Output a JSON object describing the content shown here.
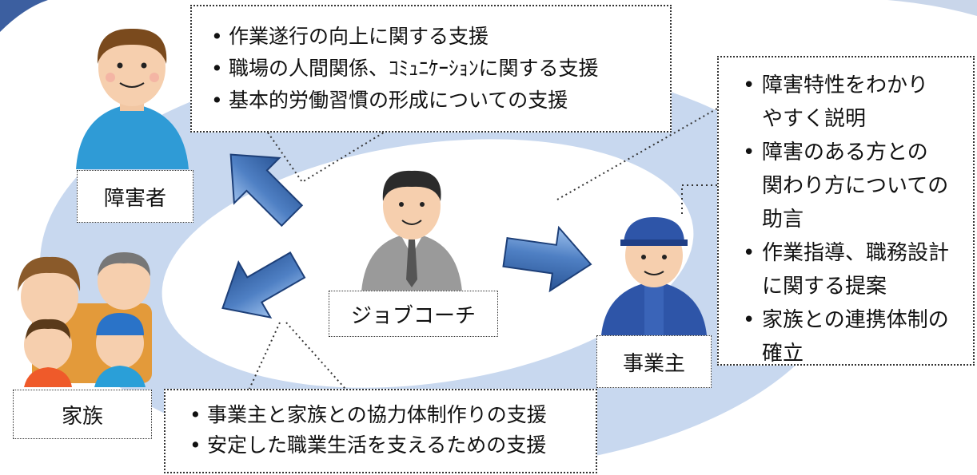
{
  "colors": {
    "ring": "#c7d7ef",
    "inner": "#ffffff",
    "arrow_fill": "#3f6fb3",
    "arrow_light": "#8fb3e3",
    "arrow_stroke": "#1d3f78"
  },
  "roles": {
    "person_with_disability": "障害者",
    "job_coach": "ジョブコーチ",
    "employer": "事業主",
    "family": "家族"
  },
  "support_person": [
    "作業遂行の向上に関する支援",
    "職場の人間関係、ｺﾐｭﾆｹｰｼｮﾝに関する支援",
    "基本的労働習慣の形成についての支援"
  ],
  "support_employer": [
    {
      "line1": "障害特性をわかり",
      "line2": "やすく説明",
      "line3": ""
    },
    {
      "line1": "障害のある方との",
      "line2": "関わり方についての",
      "line3": "助言"
    },
    {
      "line1": "作業指導、職務設計",
      "line2": "に関する提案",
      "line3": ""
    },
    {
      "line1": "家族との連携体制の",
      "line2": "確立",
      "line3": ""
    }
  ],
  "support_family": [
    "事業主と家族との協力体制作りの支援",
    "安定した職業生活を支えるための支援"
  ],
  "icons": {
    "person": "person-icon",
    "coach": "businessman-icon",
    "employer": "worker-icon",
    "family": "family-icon"
  }
}
